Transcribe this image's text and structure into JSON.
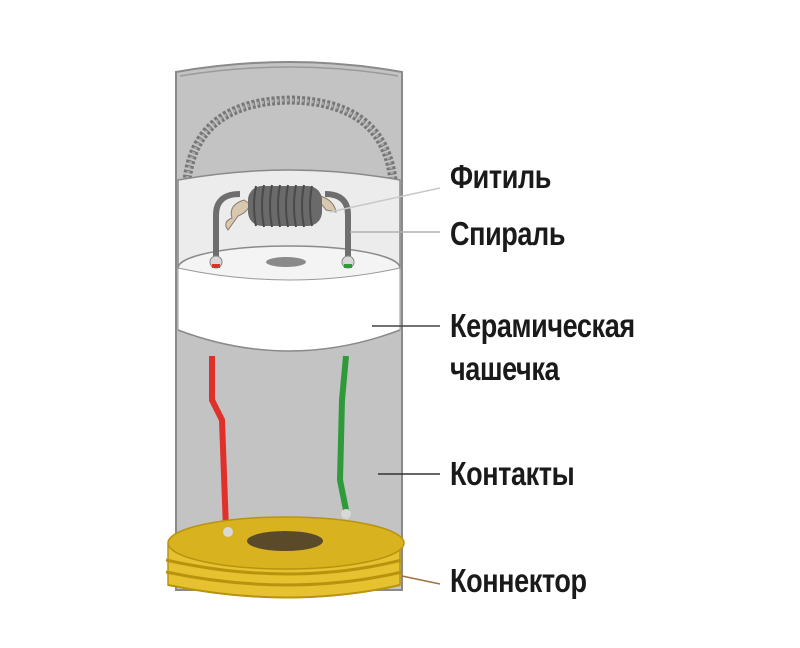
{
  "diagram": {
    "subject": "atomizer cross-section",
    "labels": [
      {
        "id": "wick",
        "text": "Фитиль"
      },
      {
        "id": "coil",
        "text": "Спираль"
      },
      {
        "id": "ceramic_cup",
        "text": "Керамическая",
        "text2": "чашечка"
      },
      {
        "id": "contacts",
        "text": "Контакты"
      },
      {
        "id": "connector",
        "text": "Коннектор"
      }
    ],
    "colors": {
      "tube": "#c3c3c3",
      "tube_outline": "#7a7a7a",
      "ceramic": "#fafafa",
      "coil": "#6e6e6e",
      "wick": "#d8c8b0",
      "wire_positive": "#e0302a",
      "wire_negative": "#2e9a3a",
      "connector": "#e6c230",
      "connector_dark": "#b8940e",
      "connector_hole": "#5a4a2a"
    }
  }
}
